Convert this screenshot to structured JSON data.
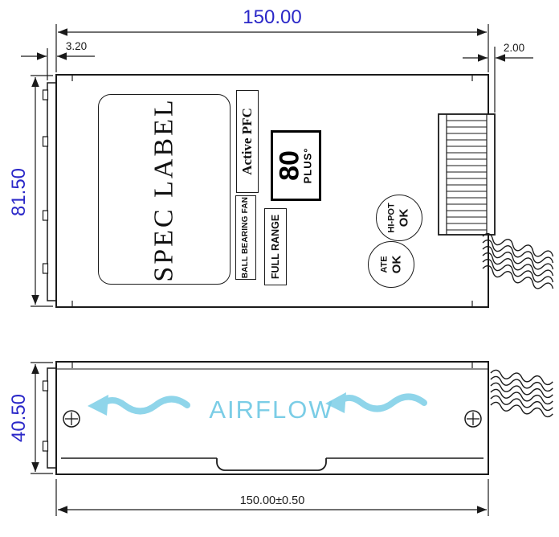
{
  "colors": {
    "dimension_text": "#2b28c8",
    "line": "#1a1a1a",
    "airflow": "#7bcde6"
  },
  "dimensions": {
    "top_width": "150.00",
    "left_offset": "3.20",
    "right_offset": "2.00",
    "body_height": "81.50",
    "side_height": "40.50",
    "bottom_width": "150.00±0.50"
  },
  "top_view": {
    "spec_label": "SPEC LABEL",
    "active_pfc": "Active PFC",
    "badge_80plus": {
      "number": "80",
      "plus": "PLUS°"
    },
    "ball_bearing_fan": "BALL BEARING FAN",
    "full_range": "FULL RANGE",
    "stamp_hipot": {
      "line1": "HI-POT",
      "line2": "OK"
    },
    "stamp_ate": {
      "line1": "ATE",
      "line2": "OK"
    }
  },
  "side_view": {
    "airflow": "AIRFLOW"
  },
  "icons": {
    "screw": "circle-with-cross",
    "wires": "wavy-line-bundle",
    "airflow_arrow": "wavy-left-arrow"
  }
}
